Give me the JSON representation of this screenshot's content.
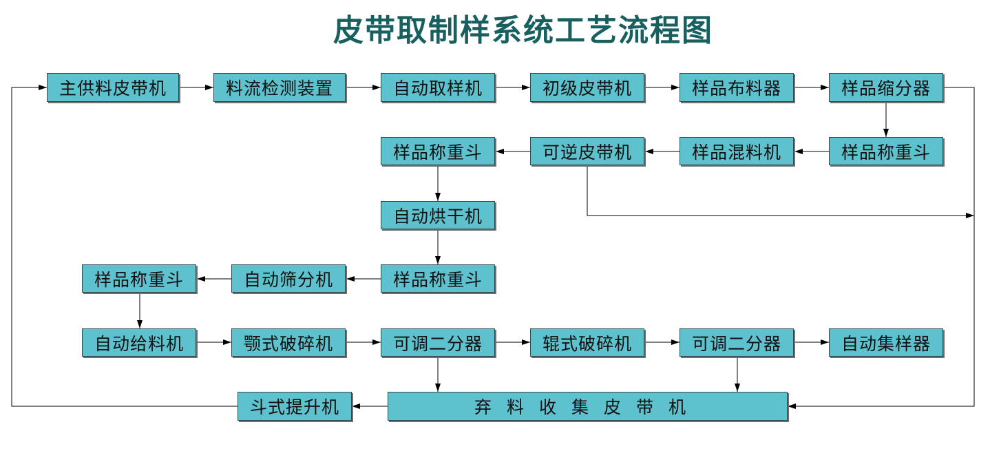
{
  "title": "皮带取制样系统工艺流程图",
  "nodes": {
    "main_belt": "主供料皮带机",
    "flow_detector": "料流检测装置",
    "auto_sampler": "自动取样机",
    "primary_belt": "初级皮带机",
    "sample_distributor": "样品布料器",
    "sample_divider": "样品缩分器",
    "weigh_hopper_1": "样品称重斗",
    "sample_mixer": "样品混料机",
    "reversible_belt": "可逆皮带机",
    "weigh_hopper_2": "样品称重斗",
    "auto_dryer": "自动烘干机",
    "weigh_hopper_3": "样品称重斗",
    "auto_screener": "自动筛分机",
    "weigh_hopper_4": "样品称重斗",
    "auto_feeder": "自动给料机",
    "jaw_crusher": "颚式破碎机",
    "splitter_1": "可调二分器",
    "roll_crusher": "辊式破碎机",
    "splitter_2": "可调二分器",
    "auto_collector": "自动集样器",
    "bucket_elevator": "斗式提升机",
    "reject_belt": "弃料收集皮带机"
  }
}
